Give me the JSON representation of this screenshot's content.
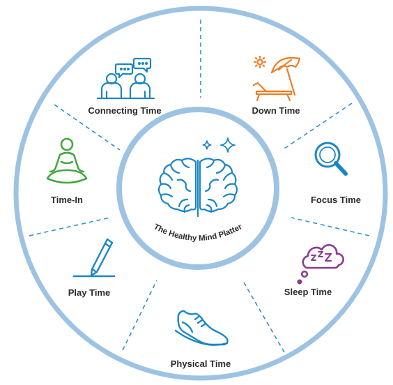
{
  "title": "The Healthy Mind Platter",
  "segments": [
    {
      "label": "Connecting Time",
      "icon": "two-people-talking-icon",
      "color": "#1b86c5"
    },
    {
      "label": "Down Time",
      "icon": "beach-chair-umbrella-icon",
      "color": "#f07d23"
    },
    {
      "label": "Focus Time",
      "icon": "magnifying-glass-icon",
      "color": "#1b86c5"
    },
    {
      "label": "Sleep Time",
      "icon": "sleep-cloud-icon",
      "color": "#8b3a8f"
    },
    {
      "label": "Physical Time",
      "icon": "sneaker-icon",
      "color": "#1b86c5"
    },
    {
      "label": "Play Time",
      "icon": "pencil-icon",
      "color": "#1b86c5"
    },
    {
      "label": "Time-In",
      "icon": "meditation-icon",
      "color": "#44a83d"
    }
  ],
  "center_icon": "brain-icon",
  "colors": {
    "ring": "#9ec3e2",
    "divider": "#2f91c9",
    "label": "#2b2b2b"
  }
}
